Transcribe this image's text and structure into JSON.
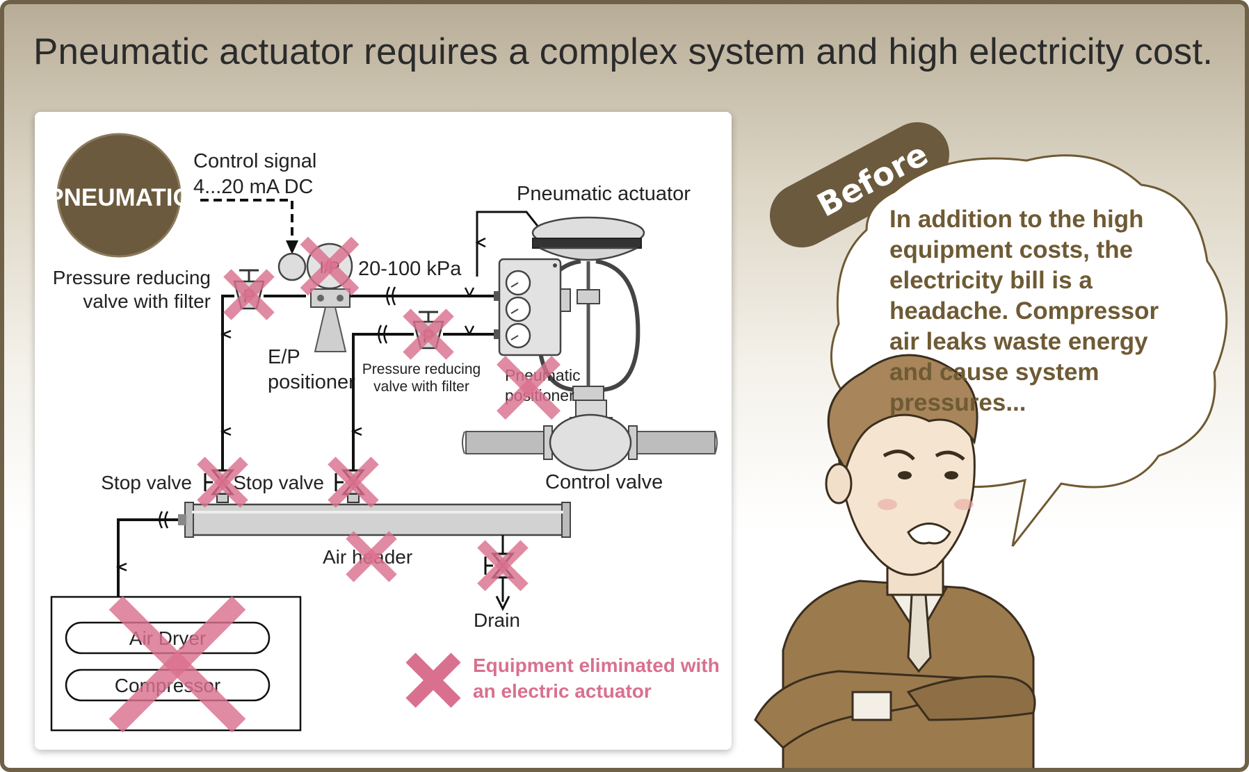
{
  "title": "Pneumatic actuator requires a complex system and high electricity cost.",
  "badge": {
    "label": "PNEUMATIC"
  },
  "diagram": {
    "control_signal": "Control signal",
    "control_signal_value": "4...20 mA DC",
    "ip_symbol": "I/P",
    "p_symbol": "P",
    "pressure_value": "20-100 kPa",
    "pneumatic_actuator": "Pneumatic actuator",
    "prv_left_line1": "Pressure reducing",
    "prv_left_line2": "valve with filter",
    "ep_line1": "E/P",
    "ep_line2": "positioner",
    "prv_mid_line1": "Pressure reducing",
    "prv_mid_line2": "valve with filter",
    "pneu_pos_line1": "Pneumatic",
    "pneu_pos_line2": "positioner",
    "stop_valve_1": "Stop valve",
    "stop_valve_2": "Stop valve",
    "control_valve": "Control valve",
    "air_header": "Air header",
    "drain": "Drain",
    "air_dryer": "Air Dryer",
    "compressor": "Compressor",
    "legend_line1": "Equipment eliminated with",
    "legend_line2": "an electric actuator"
  },
  "before_label": "Before",
  "speech": {
    "lines": [
      "In addition to the high",
      "equipment costs, the",
      "electricity bill is a",
      "headache. Compressor",
      "air leaks waste energy",
      "and cause system",
      "pressures..."
    ]
  },
  "colors": {
    "frame": "#6e6147",
    "badge": "#6b5a3d",
    "eliminated_x": "#d9708f",
    "speech_text": "#6e5a34"
  }
}
